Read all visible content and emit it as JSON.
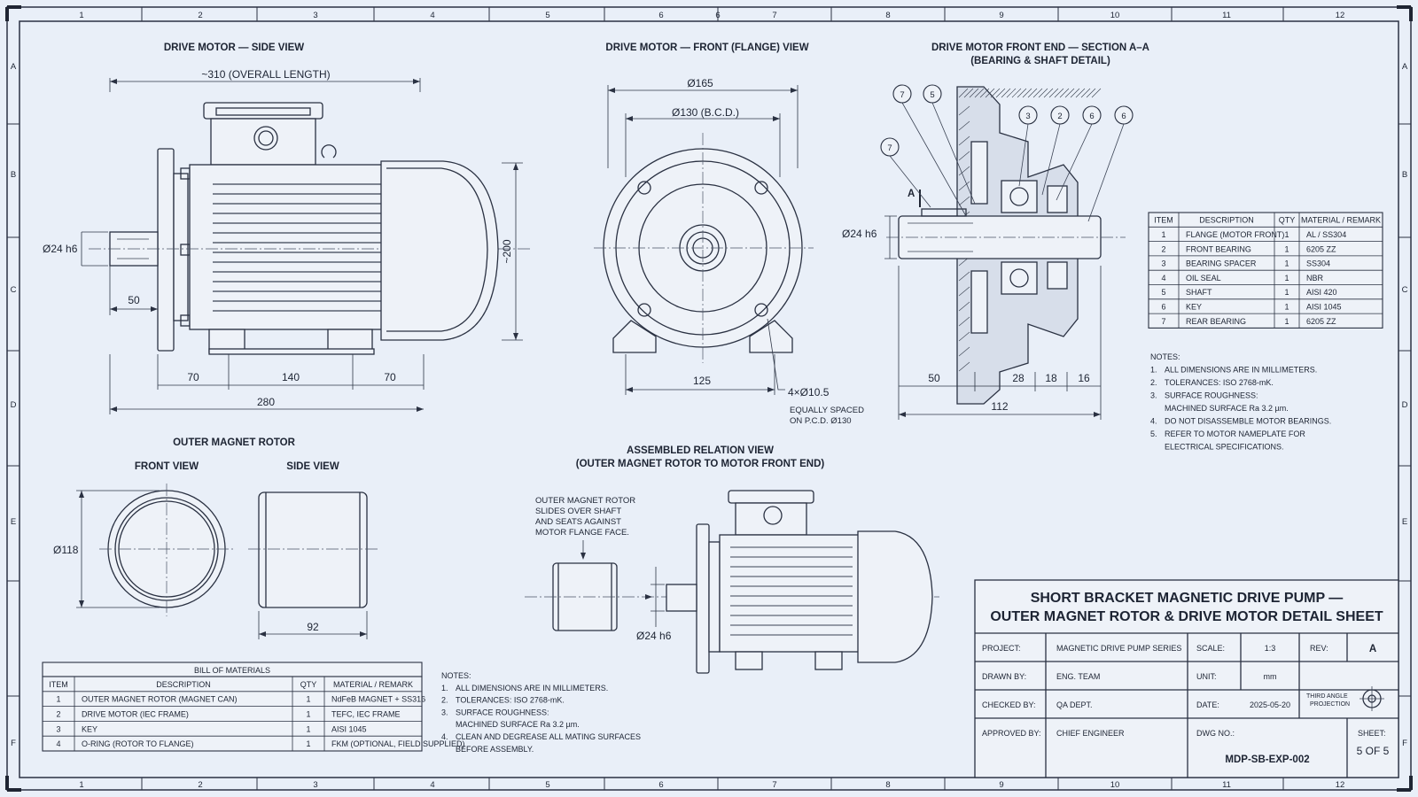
{
  "grid": {
    "cols": [
      "1",
      "2",
      "3",
      "4",
      "5",
      "6",
      "6",
      "7",
      "8",
      "9",
      "10",
      "11",
      "12"
    ],
    "rows": [
      "A",
      "B",
      "C",
      "D",
      "E",
      "F"
    ]
  },
  "side_view": {
    "title": "DRIVE MOTOR — SIDE VIEW",
    "overall_length": "~310 (OVERALL LENGTH)",
    "shaft_dia": "Ø24 h6",
    "height": "~200",
    "shaft_len": "50",
    "d70a": "70",
    "d140": "140",
    "d70b": "70",
    "d280": "280"
  },
  "front_view": {
    "title": "DRIVE MOTOR — FRONT (FLANGE) VIEW",
    "dia165": "Ø165",
    "bcd": "Ø130 (B.C.D.)",
    "width": "125",
    "holes": "4×Ø10.5",
    "holes_note1": "EQUALLY SPACED",
    "holes_note2": "ON P.C.D. Ø130"
  },
  "section_view": {
    "title1": "DRIVE MOTOR FRONT END — SECTION A–A",
    "title2": "(BEARING & SHAFT DETAIL)",
    "section_mark": "A",
    "shaft_dia": "Ø24 h6",
    "balloons": [
      "7",
      "5",
      "3",
      "2",
      "6",
      "6",
      "7"
    ],
    "d50": "50",
    "d28": "28",
    "d18": "18",
    "d16": "16",
    "d112": "112"
  },
  "parts_table": {
    "headers": [
      "ITEM",
      "DESCRIPTION",
      "QTY",
      "MATERIAL / REMARK"
    ],
    "rows": [
      [
        "1",
        "FLANGE (MOTOR FRONT)",
        "1",
        "AL / SS304"
      ],
      [
        "2",
        "FRONT BEARING",
        "1",
        "6205 ZZ"
      ],
      [
        "3",
        "BEARING SPACER",
        "1",
        "SS304"
      ],
      [
        "4",
        "OIL SEAL",
        "1",
        "NBR"
      ],
      [
        "5",
        "SHAFT",
        "1",
        "AISI 420"
      ],
      [
        "6",
        "KEY",
        "1",
        "AISI 1045"
      ],
      [
        "7",
        "REAR BEARING",
        "1",
        "6205 ZZ"
      ]
    ]
  },
  "notes_right": {
    "title": "NOTES:",
    "items": [
      [
        "1.",
        "ALL DIMENSIONS ARE IN MILLIMETERS."
      ],
      [
        "2.",
        "TOLERANCES: ISO 2768-mK."
      ],
      [
        "3.",
        "SURFACE ROUGHNESS:"
      ],
      [
        "",
        "MACHINED SURFACE Ra 3.2 µm."
      ],
      [
        "4.",
        "DO NOT DISASSEMBLE MOTOR BEARINGS."
      ],
      [
        "5.",
        "REFER TO MOTOR NAMEPLATE FOR"
      ],
      [
        "",
        "ELECTRICAL SPECIFICATIONS."
      ]
    ]
  },
  "rotor": {
    "title": "OUTER MAGNET ROTOR",
    "front_label": "FRONT VIEW",
    "side_label": "SIDE VIEW",
    "dia": "Ø118",
    "length": "92"
  },
  "assembly": {
    "title1": "ASSEMBLED RELATION VIEW",
    "title2": "(OUTER MAGNET ROTOR TO MOTOR FRONT END)",
    "note": [
      "OUTER MAGNET ROTOR",
      "SLIDES OVER SHAFT",
      "AND SEATS AGAINST",
      "MOTOR FLANGE FACE."
    ],
    "shaft_dia": "Ø24 h6"
  },
  "bom": {
    "title": "BILL OF MATERIALS",
    "headers": [
      "ITEM",
      "DESCRIPTION",
      "QTY",
      "MATERIAL / REMARK"
    ],
    "rows": [
      [
        "1",
        "OUTER MAGNET ROTOR (MAGNET CAN)",
        "1",
        "NdFeB MAGNET + SS316"
      ],
      [
        "2",
        "DRIVE MOTOR (IEC FRAME)",
        "1",
        "TEFC, IEC FRAME"
      ],
      [
        "3",
        "KEY",
        "1",
        "AISI 1045"
      ],
      [
        "4",
        "O-RING (ROTOR TO FLANGE)",
        "1",
        "FKM (OPTIONAL, FIELD SUPPLIED)"
      ]
    ]
  },
  "notes_bottom": {
    "title": "NOTES:",
    "items": [
      [
        "1.",
        "ALL DIMENSIONS ARE IN MILLIMETERS."
      ],
      [
        "2.",
        "TOLERANCES: ISO 2768-mK."
      ],
      [
        "3.",
        "SURFACE ROUGHNESS:"
      ],
      [
        "",
        "MACHINED SURFACE Ra 3.2 µm."
      ],
      [
        "4.",
        "CLEAN AND DEGREASE ALL MATING SURFACES"
      ],
      [
        "",
        "BEFORE ASSEMBLY."
      ]
    ]
  },
  "title_block": {
    "title1": "SHORT BRACKET MAGNETIC DRIVE PUMP —",
    "title2": "OUTER MAGNET ROTOR & DRIVE MOTOR DETAIL SHEET",
    "project_label": "PROJECT:",
    "project": "MAGNETIC DRIVE PUMP SERIES",
    "scale_label": "SCALE:",
    "scale": "1:3",
    "rev_label": "REV:",
    "rev": "A",
    "drawn_label": "DRAWN BY:",
    "drawn": "ENG. TEAM",
    "unit_label": "UNIT:",
    "unit": "mm",
    "checked_label": "CHECKED BY:",
    "checked": "QA DEPT.",
    "date_label": "DATE:",
    "date": "2025-05-20",
    "projection1": "THIRD ANGLE",
    "projection2": "PROJECTION",
    "approved_label": "APPROVED BY:",
    "approved": "CHIEF ENGINEER",
    "dwg_label": "DWG NO.:",
    "dwg": "MDP-SB-EXP-002",
    "sheet_label": "SHEET:",
    "sheet": "5 OF 5"
  }
}
